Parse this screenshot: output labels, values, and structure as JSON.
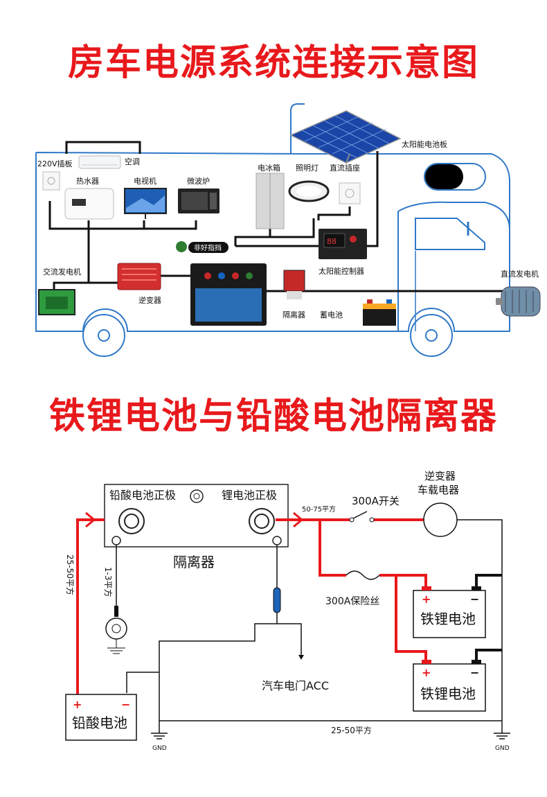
{
  "title_top": "房车电源系统连接示意图",
  "title_bottom": "铁锂电池与铅酸电池隔离器",
  "top": {
    "solar_panel": "太阳能电池板",
    "outlet_220v": "220V插板",
    "air_conditioner": "空调",
    "water_heater": "热水器",
    "tv": "电视机",
    "microwave": "微波炉",
    "fridge": "电冰箱",
    "light": "照明灯",
    "dc_socket": "直流插座",
    "ac_generator": "交流发电机",
    "inverter": "逆变器",
    "solar_controller": "太阳能控制器",
    "dc_generator": "直流发电机",
    "isolator": "隔离器",
    "lead_battery": "蓄电池",
    "brand_logo": "非好指挡"
  },
  "bottom": {
    "lead_acid_positive": "铅酸电池正极",
    "lithium_positive": "锂电池正极",
    "isolator": "隔离器",
    "cable_small": "1-3平方",
    "cable_left": "25-50平方",
    "cable_top": "50-75平方",
    "switch": "300A开关",
    "inverter": "逆变器",
    "car_appliance": "车载电器",
    "fuse": "300A保险丝",
    "lithium_battery_1": "铁锂电池",
    "lithium_battery_2": "铁锂电池",
    "lead_acid_battery": "铅酸电池",
    "acc": "汽车电门ACC",
    "cable_bottom": "25-50平方",
    "gnd_left": "GND",
    "gnd_right": "GND",
    "plus": "+",
    "minus": "−"
  }
}
